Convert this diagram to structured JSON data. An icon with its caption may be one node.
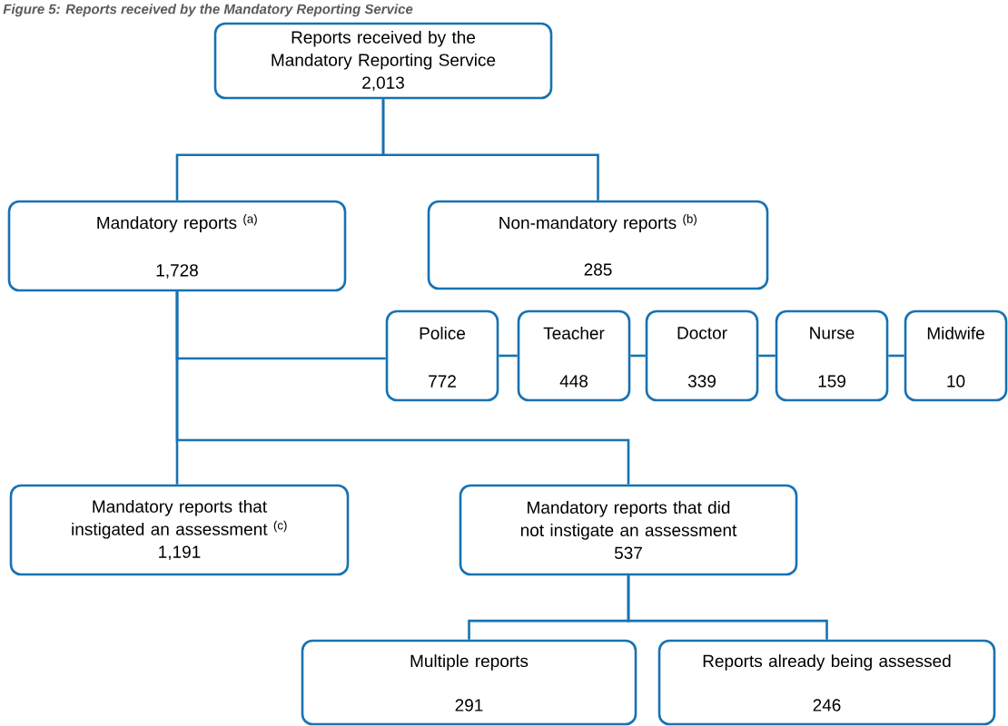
{
  "diagram": {
    "title": "Figure 5: Reports received by the Mandatory Reporting Service",
    "nodes": [
      {
        "text": [
          "Reports received by the Mandatory Reporting Service",
          "2,013"
        ]
      },
      {
        "text": [
          "Mandatory reports $^{(a)}$",
          "1,728"
        ]
      },
      {
        "text": [
          "Non-mandatory reports $^{(b)}$",
          "285"
        ]
      },
      {
        "text": [
          "Police",
          "772"
        ]
      },
      {
        "text": [
          "Teacher",
          "448"
        ]
      },
      {
        "text": [
          "Doctor",
          "339"
        ]
      },
      {
        "text": [
          "Nurse",
          "159"
        ]
      },
      {
        "text": [
          "Midwife",
          "10"
        ]
      },
      {
        "text": [
          "Mandatory reports that instigated an assessment $^{(c)}$",
          "1,191"
        ]
      },
      {
        "text": [
          "Mandatory reports that did not instigate an assessment",
          "537"
        ]
      },
      {
        "text": [
          "Multiple reports",
          "291"
        ]
      },
      {
        "text": [
          "Reports already being assessed",
          "246"
        ]
      }
    ],
    "edges": [
      {
        "from": 0,
        "to": 1,
        "arrow": "none"
      },
      {
        "from": 0,
        "to": 2,
        "arrow": "none"
      },
      {
        "from": 1,
        "to": 3,
        "arrow": "none"
      },
      {
        "from": 3,
        "to": 4,
        "arrow": "none"
      },
      {
        "from": 4,
        "to": 5,
        "arrow": "none"
      },
      {
        "from": 5,
        "to": 6,
        "arrow": "none"
      },
      {
        "from": 6,
        "to": 7,
        "arrow": "none"
      },
      {
        "from": 1,
        "to": 8,
        "arrow": "none"
      },
      {
        "from": 1,
        "to": 9,
        "arrow": "none"
      },
      {
        "from": 9,
        "to": 10,
        "arrow": "none"
      },
      {
        "from": 9,
        "to": 11,
        "arrow": "none"
      }
    ]
  }
}
